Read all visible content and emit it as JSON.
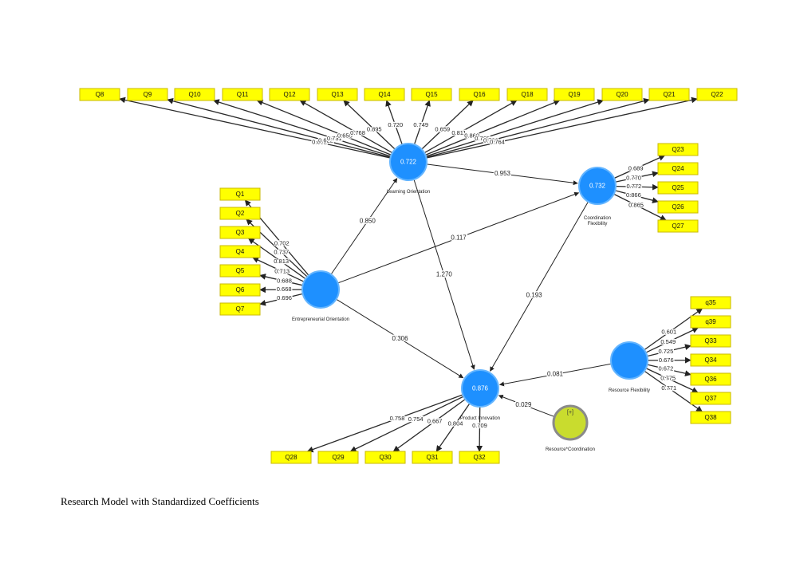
{
  "caption": "Research Model with Standardized Coefficients",
  "colors": {
    "indicator": "#ffff00",
    "latent": "#1e90ff",
    "moderator": "#c9dc2e",
    "line": "#222222"
  },
  "latents": {
    "learning_orientation": {
      "name": "Learning Orientation",
      "r2": "0.722"
    },
    "coordination_flexibility": {
      "name": "Coordination Flexibility",
      "name_lines": [
        "Coordination",
        "Flexibility"
      ],
      "r2": "0.732"
    },
    "entrepreneurial_orientation": {
      "name": "Entrepreneurial Orientation"
    },
    "product_innovation": {
      "name": "Product Innovation",
      "r2": "0.876"
    },
    "resource_flexibility": {
      "name": "Resource Flexibility"
    },
    "resource_coordination": {
      "name": "Resource*Coordination",
      "marker": "[+]"
    }
  },
  "indicator_groups": {
    "learning_orientation": {
      "indicators": [
        "Q8",
        "Q9",
        "Q10",
        "Q11",
        "Q12",
        "Q13",
        "Q14",
        "Q15",
        "Q16",
        "Q18",
        "Q19",
        "Q20",
        "Q21",
        "Q22"
      ],
      "loadings": [
        "0.662",
        "0.622",
        "0.731",
        "0.655",
        "0.768",
        "0.895",
        "0.720",
        "0.749",
        "0.659",
        "0.811",
        "0.860",
        "0.765",
        "0.732",
        "0.764"
      ]
    },
    "coordination_flexibility": {
      "indicators": [
        "Q23",
        "Q24",
        "Q25",
        "Q26",
        "Q27"
      ],
      "loadings": [
        "0.689",
        "0.770",
        "0.772",
        "0.866",
        "0.865"
      ]
    },
    "entrepreneurial_orientation": {
      "indicators": [
        "Q1",
        "Q2",
        "Q3",
        "Q4",
        "Q5",
        "Q6",
        "Q7"
      ],
      "loadings": [
        "0.702",
        "0.737",
        "0.813",
        "0.713",
        "0.688",
        "0.668",
        "0.696"
      ]
    },
    "product_innovation": {
      "indicators": [
        "Q28",
        "Q29",
        "Q30",
        "Q31",
        "Q32"
      ],
      "loadings": [
        "0.758",
        "0.754",
        "0.667",
        "0.804",
        "0.709"
      ]
    },
    "resource_flexibility": {
      "indicators": [
        "q35",
        "q39",
        "Q33",
        "Q34",
        "Q36",
        "Q37",
        "Q38"
      ],
      "loadings": [
        "0.601",
        "0.549",
        "0.725",
        "0.676",
        "0.672",
        "0.775",
        "0.771"
      ]
    }
  },
  "paths": [
    {
      "from": "entrepreneurial_orientation",
      "to": "learning_orientation",
      "coef": "0.850"
    },
    {
      "from": "entrepreneurial_orientation",
      "to": "coordination_flexibility",
      "coef": "0.117"
    },
    {
      "from": "entrepreneurial_orientation",
      "to": "product_innovation",
      "coef": "0.306"
    },
    {
      "from": "learning_orientation",
      "to": "coordination_flexibility",
      "coef": "0.953"
    },
    {
      "from": "learning_orientation",
      "to": "product_innovation",
      "coef": "1.270"
    },
    {
      "from": "coordination_flexibility",
      "to": "product_innovation",
      "coef": "0.193"
    },
    {
      "from": "resource_flexibility",
      "to": "product_innovation",
      "coef": "0.081"
    },
    {
      "from": "resource_coordination",
      "to": "product_innovation",
      "coef": "0.029"
    }
  ]
}
